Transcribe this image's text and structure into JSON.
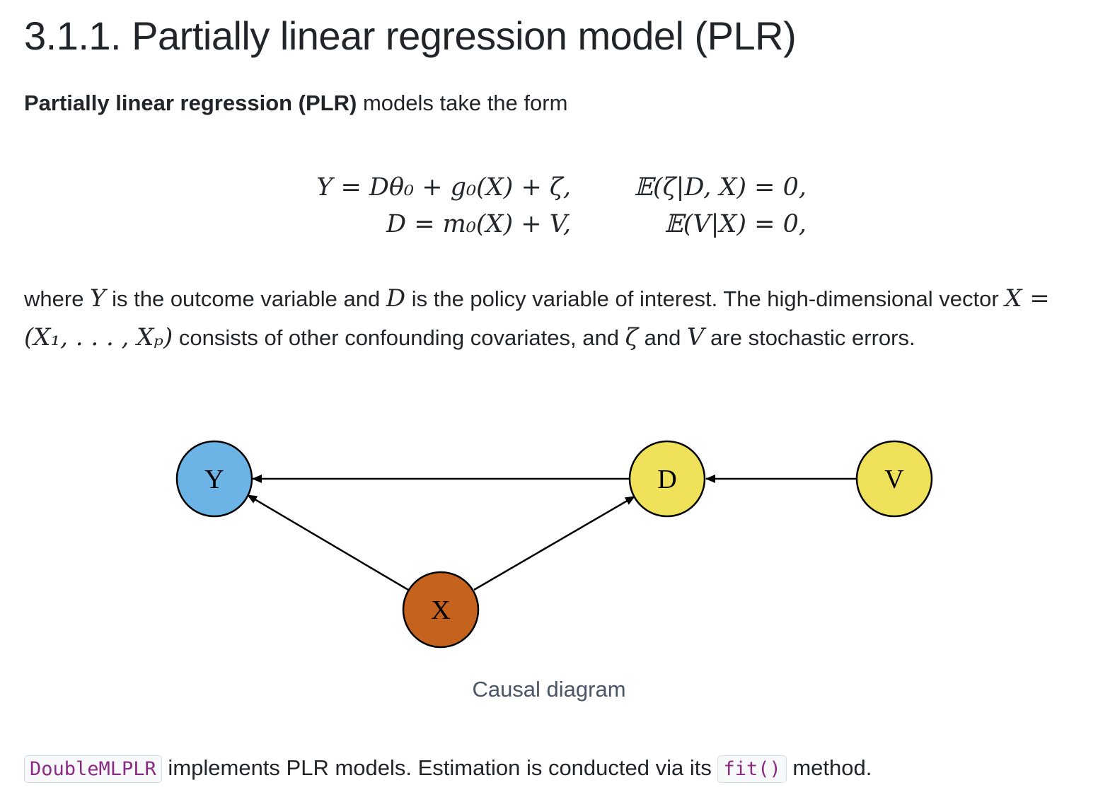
{
  "heading": "3.1.1. Partially linear regression model (PLR)",
  "intro": {
    "bold": "Partially linear regression (PLR)",
    "rest": " models take the form"
  },
  "equations": {
    "row1_left": "Y = Dθ₀ + g₀(X) + ζ,",
    "row1_right": "𝔼(ζ|D, X) = 0,",
    "row2_left": "D = m₀(X) + V,",
    "row2_right": "𝔼(V|X) = 0,"
  },
  "paragraph": {
    "t1": "where ",
    "m_y": "Y",
    "t2": " is the outcome variable and ",
    "m_d": "D",
    "t3": " is the policy variable of interest. The high-dimensional vector ",
    "m_x": "X = (X₁, . . . , Xₚ)",
    "t4": " consists of other confounding covariates, and ",
    "m_zeta": "ζ",
    "t5": " and ",
    "m_v": "V",
    "t6": " are stochastic errors."
  },
  "diagram": {
    "nodes": [
      {
        "id": "Y",
        "label": "Y",
        "color": "#6cb3e6"
      },
      {
        "id": "D",
        "label": "D",
        "color": "#f0e15a"
      },
      {
        "id": "V",
        "label": "V",
        "color": "#f0e15a"
      },
      {
        "id": "X",
        "label": "X",
        "color": "#c5631e"
      }
    ],
    "edges": [
      {
        "from": "D",
        "to": "Y"
      },
      {
        "from": "V",
        "to": "D"
      },
      {
        "from": "X",
        "to": "Y"
      },
      {
        "from": "X",
        "to": "D"
      }
    ],
    "caption": "Causal diagram"
  },
  "bottom": {
    "code1": "DoubleMLPLR",
    "t1": " implements PLR models. Estimation is conducted via its ",
    "code2": "fit()",
    "t2": " method."
  }
}
